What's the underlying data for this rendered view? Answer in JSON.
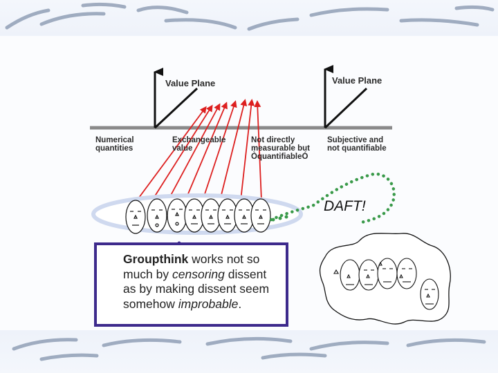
{
  "labels": {
    "value_plane_left": "Value Plane",
    "value_plane_right": "Value Plane",
    "numerical": "Numerical quantities",
    "exchangeable": "Exchangeable value",
    "not_directly": "Not directly measurable but ÒquantifiableÓ",
    "subjective": "Subjective and not quantifiable"
  },
  "bubble": {
    "text": "DAFT!"
  },
  "groupthink": {
    "term": "Groupthink",
    "part1": " works not so much by ",
    "censoring": "censoring",
    "part2": " dissent as by making dissent seem somehow ",
    "improbable": "improbable",
    "part3": "."
  },
  "colors": {
    "arrow": "#dd1f1f",
    "box_border": "#3d2a8c",
    "dots": "#3a9a4a",
    "axis": "#8a8a8a"
  }
}
